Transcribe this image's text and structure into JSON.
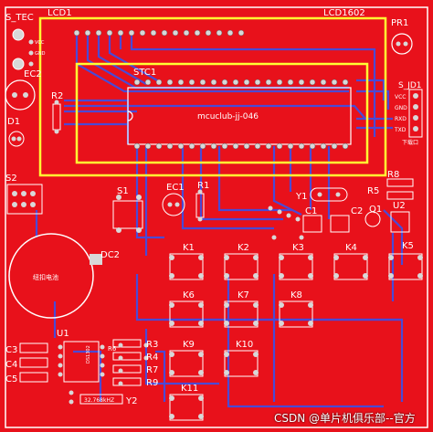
{
  "board": {
    "background": "#e8111b",
    "silkscreen_yellow": "#ffff33",
    "silkscreen_white": "#ffffff",
    "trace_color": "#4a4ad6",
    "pad_color": "#d8d8d8"
  },
  "labels": {
    "s_tec": "S_TEC",
    "lcd1": "LCD1",
    "lcd1602": "LCD1602",
    "pr1": "PR1",
    "vcc_small": "VCC",
    "gnd_small": "GND",
    "ec2": "EC2",
    "r2": "R2",
    "d1": "D1",
    "stc1": "STC1",
    "mcu_text": "mcuclub-jj-046",
    "s_jd1": "S_JD1",
    "vcc": "VCC",
    "gnd": "GND",
    "rxd": "RXD",
    "txd": "TXD",
    "download": "下载口",
    "s2": "S2",
    "s1": "S1",
    "ec1": "EC1",
    "r1": "R1",
    "y1": "Y1",
    "r8": "R8",
    "r5": "R5",
    "c1": "C1",
    "c2": "C2",
    "q1": "Q1",
    "u2": "U2",
    "dc2": "DC2",
    "battery": "纽扣电池",
    "k1": "K1",
    "k2": "K2",
    "k3": "K3",
    "k4": "K4",
    "k5": "K5",
    "k6": "K6",
    "k7": "K7",
    "k8": "K8",
    "k9": "K9",
    "k10": "K10",
    "k11": "K11",
    "u1": "U1",
    "c3": "C3",
    "c4": "C4",
    "c5": "C5",
    "r3": "R3",
    "r4": "R4",
    "r6": "R6",
    "r7": "R7",
    "r9": "R9",
    "crystal": "32.768kHZ",
    "y2": "Y2",
    "ds1302": "DS1302"
  },
  "watermark": "CSDN @单片机俱乐部--官方"
}
